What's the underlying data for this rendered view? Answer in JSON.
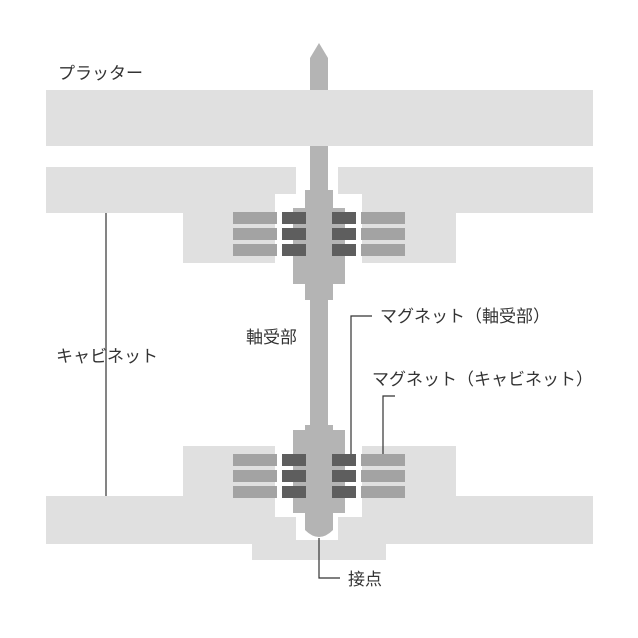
{
  "labels": {
    "platter": "プラッター",
    "cabinet": "キャビネット",
    "bearing": "軸受部",
    "magnet_bearing": "マグネット（軸受部）",
    "magnet_cabinet": "マグネット（キャビネット）",
    "contact": "接点"
  },
  "colors": {
    "housing": "#e0e0e0",
    "spindle": "#b4b4b4",
    "magnet_light": "#a3a3a3",
    "magnet_dark": "#5e5e5e",
    "leader": "#333333"
  }
}
